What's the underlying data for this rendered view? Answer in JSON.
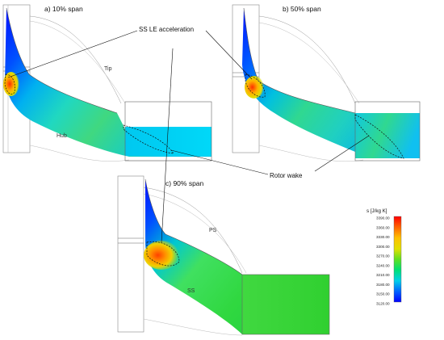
{
  "panels": [
    {
      "title": "a) 10% span",
      "labels": {
        "tip": "Tip",
        "hub": "Hub"
      }
    },
    {
      "title": "b) 50% span"
    },
    {
      "title": "c) 90% span",
      "labels": {
        "ps": "PS",
        "ss": "SS"
      }
    }
  ],
  "annotations": {
    "ss_le": "SS LE acceleration",
    "rotor_wake": "Rotor wake"
  },
  "colorbar": {
    "title": "s [J/kg K]",
    "ticks": [
      "3390.00",
      "3360.00",
      "3330.00",
      "3300.00",
      "3270.00",
      "3240.00",
      "3210.00",
      "3180.00",
      "3150.00",
      "3120.00"
    ],
    "min": 3120,
    "max": 3390
  },
  "colors": {
    "scale": [
      "#0000ff",
      "#0070ff",
      "#00d0e8",
      "#00e060",
      "#80e020",
      "#e0e000",
      "#ffa000",
      "#ff0000"
    ],
    "outline": "#444444",
    "outline_light": "#a0a0a0"
  }
}
